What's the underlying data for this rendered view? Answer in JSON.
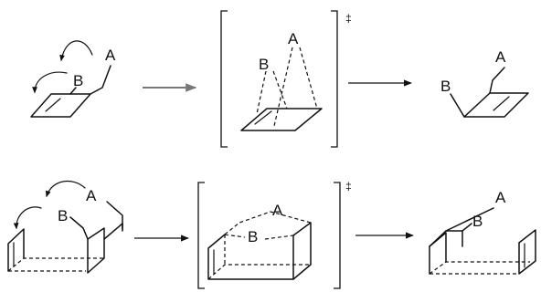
{
  "labels": {
    "atom_a": "A",
    "atom_b": "B",
    "dagger": "‡"
  },
  "rows": [
    {
      "reactant": {
        "label_a": "A",
        "label_b": "B"
      },
      "transition_state": {
        "label_a": "A",
        "label_b": "B",
        "dagger": "‡"
      },
      "product": {
        "label_a": "A",
        "label_b": "B"
      }
    },
    {
      "reactant": {
        "label_a": "A",
        "label_b": "B"
      },
      "transition_state": {
        "label_a": "A",
        "label_b": "B",
        "dagger": "‡"
      },
      "product": {
        "label_a": "A",
        "label_b": "B"
      }
    }
  ]
}
